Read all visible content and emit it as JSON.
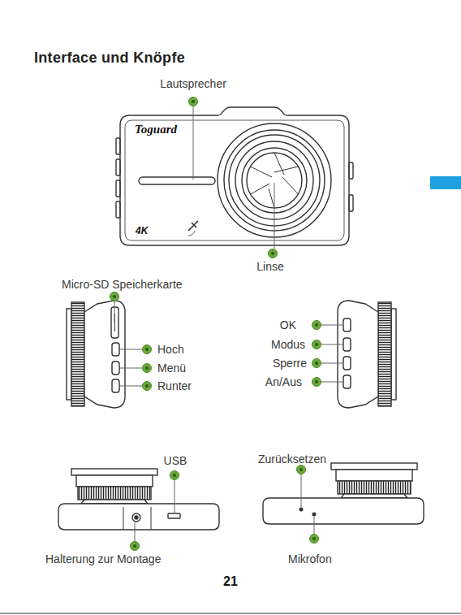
{
  "diagram": {
    "title": "Interface und Knöpfe",
    "labels": [
      "Lautsprecher",
      "Toguard",
      "4K",
      "Linse",
      "Micro-SD Speicherkarte",
      "Hoch",
      "Menü",
      "Runter",
      "OK",
      "Modus",
      "Sperre",
      "An/Aus",
      "USB",
      "Zurücksetzen",
      "Halterung zur Montage",
      "Mikrofon",
      "21"
    ]
  }
}
